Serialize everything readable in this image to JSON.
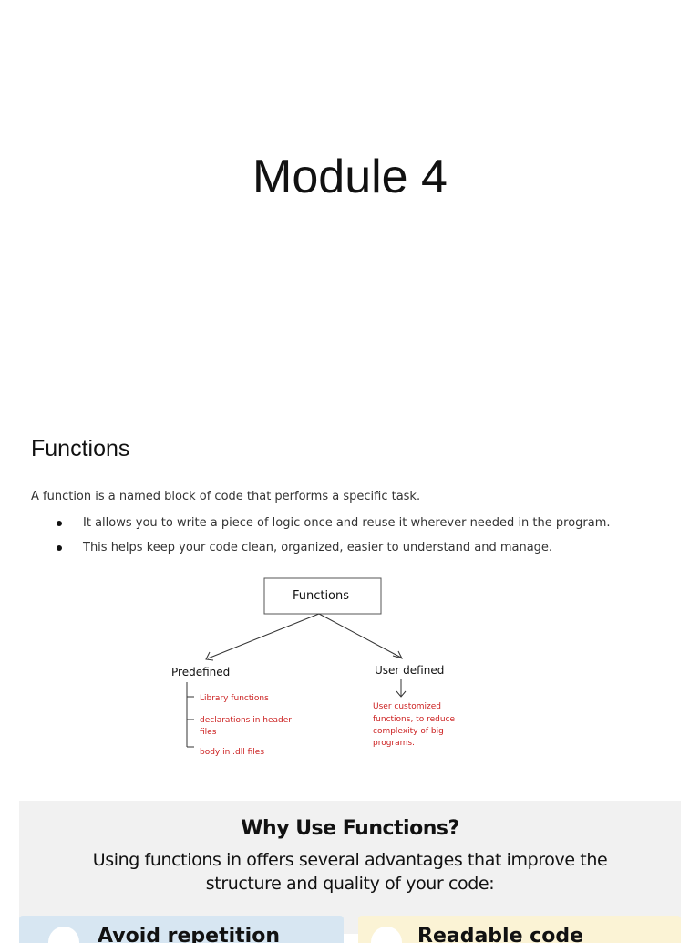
{
  "slide1": {
    "title": "Module 4"
  },
  "slide2": {
    "heading": "Functions",
    "intro": "A function is a named block of code that performs a specific task.",
    "bullets": [
      "It allows you to write a piece of logic once and reuse it wherever needed in the program.",
      "This helps keep your code clean, organized, easier to understand and manage."
    ],
    "diagram": {
      "root": "Functions",
      "left_branch": "Predefined",
      "right_branch": "User defined",
      "left_items": [
        "Library functions",
        "declarations in header",
        "files",
        "body in .dll files"
      ],
      "right_note": [
        "User customized",
        "functions, to reduce",
        "complexity of big",
        "programs."
      ],
      "note_color": "#cc2222"
    }
  },
  "slide3": {
    "title": "Why Use Functions?",
    "subtitle_line1": "Using functions in offers several advantages that improve the",
    "subtitle_line2": "structure and quality of your code:",
    "card_left": "Avoid repetition",
    "card_right": "Readable code",
    "panel_color": "#f1f1f1",
    "card_left_color": "#d7e6f2",
    "card_right_color": "#fbf3d5"
  }
}
